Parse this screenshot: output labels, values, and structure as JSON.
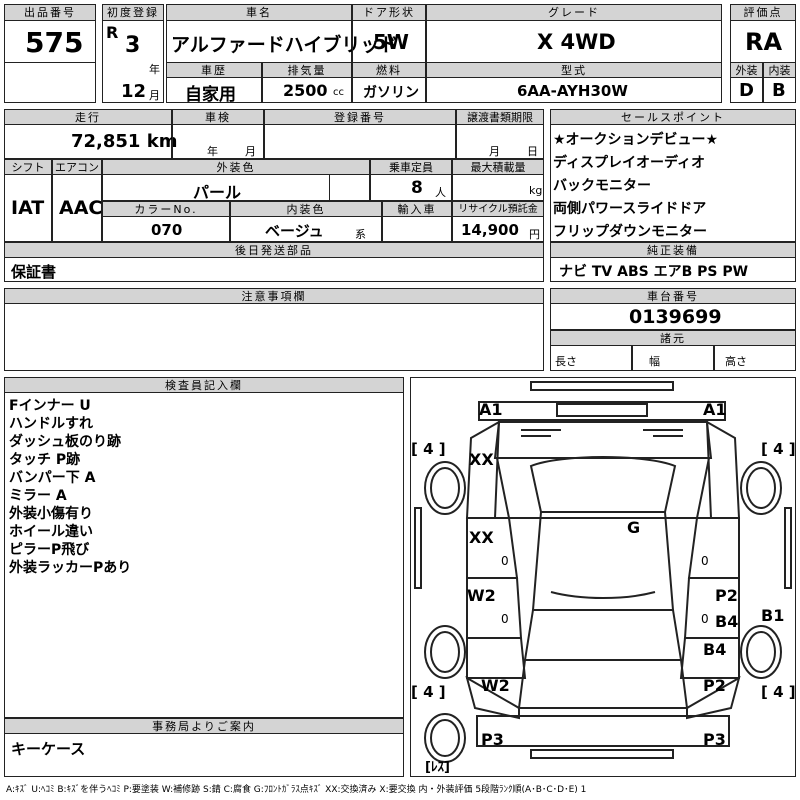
{
  "sheet": {
    "lot_header": "出品番号",
    "lot_number": "575",
    "first_reg_header": "初度登録",
    "era": "R",
    "era_year": "3",
    "year_suffix": "年",
    "month": "12",
    "month_suffix": "月",
    "car_name_header": "車名",
    "car_name": "アルファードハイブリッド",
    "door_header": "ドア形状",
    "door": "5W",
    "grade_header": "グレード",
    "grade": "X 4WD",
    "score_header": "評価点",
    "score": "RA",
    "history_header": "車歴",
    "history": "自家用",
    "displacement_header": "排気量",
    "displacement": "2500",
    "displacement_unit": "cc",
    "fuel_header": "燃料",
    "fuel": "ガソリン",
    "model_header": "型式",
    "model": "6AA-AYH30W",
    "ext_grade_header": "外装",
    "ext_grade": "D",
    "int_grade_header": "内装",
    "int_grade": "B"
  },
  "row2": {
    "mileage_header": "走行",
    "mileage": "72,851 km",
    "inspection_header": "車検",
    "inspection_year": "年",
    "inspection_month": "月",
    "reg_no_header": "登録番号",
    "transfer_header": "譲渡書類期限",
    "transfer_month": "月",
    "transfer_day": "日",
    "shift_header": "シフト",
    "shift": "IAT",
    "ac_header": "エアコン",
    "ac": "AAC",
    "color_header": "外装色",
    "color": "パール",
    "capacity_header": "乗車定員",
    "capacity": "8",
    "capacity_unit": "人",
    "max_load_header": "最大積載量",
    "max_load_unit": "kg",
    "color_no_header": "カラーNo.",
    "color_no": "070",
    "interior_color_header": "内装色",
    "interior_color": "ベージュ",
    "interior_color_suffix": "系",
    "import_header": "輸入車",
    "recycle_header": "リサイクル預託金",
    "recycle": "14,900",
    "recycle_unit": "円",
    "later_parts_header": "後日発送部品",
    "later_parts": "保証書"
  },
  "sales_points": {
    "header": "セールスポイント",
    "items": [
      "★オークションデビュー★",
      "ディスプレイオーディオ",
      "バックモニター",
      "両側パワースライドドア",
      "フリップダウンモニター"
    ]
  },
  "equipment": {
    "header": "純正装備",
    "value": "ナビ TV ABS エアB PS PW"
  },
  "notes": {
    "header": "注意事項欄"
  },
  "chassis": {
    "header": "車台番号",
    "value": "0139699",
    "specs_header": "諸元",
    "length": "長さ",
    "width": "幅",
    "height": "高さ"
  },
  "inspector": {
    "header": "検査員記入欄",
    "lines": [
      "Fインナー U",
      "ハンドルすれ",
      "ダッシュ板のり跡",
      "タッチ P跡",
      "バンパー下 A",
      "ミラー A",
      "外装小傷有り",
      "ホイール違い",
      "ピラーP飛び",
      "外装ラッカーPあり"
    ]
  },
  "office": {
    "header": "事務局よりご案内",
    "value": "キーケース"
  },
  "legend": "A:ｷｽﾞ U:ﾍｺﾐ B:ｷｽﾞを伴うﾍｺﾐ P:要塗装 W:補修跡 S:錆 C:腐食 G:ﾌﾛﾝﾄｶﾞﾗｽ点ｷｽﾞ XX:交換済み X:要交換 内・外装評価 5段階ﾗﾝｸ順(A･B･C･D･E) 1",
  "car_marks": {
    "a1_left": "A1",
    "a1_right": "A1",
    "xx_front": "XX",
    "xx_door": "XX",
    "g": "G",
    "w2_left": "W2",
    "w2_rear": "W2",
    "p2_right": "P2",
    "b4_right": "B4",
    "b1": "B1",
    "b4_rear": "B4",
    "p2_rear": "P2",
    "p3_left": "P3",
    "p3_right": "P3",
    "tire_fl": "[ 4 ]",
    "tire_fr": "[ 4 ]",
    "tire_rl": "[ 4 ]",
    "tire_rr": "[ 4 ]",
    "spare": "[ﾚｽ]",
    "zero1": "0",
    "zero2": "0",
    "zero3": "0",
    "zero4": "0"
  }
}
